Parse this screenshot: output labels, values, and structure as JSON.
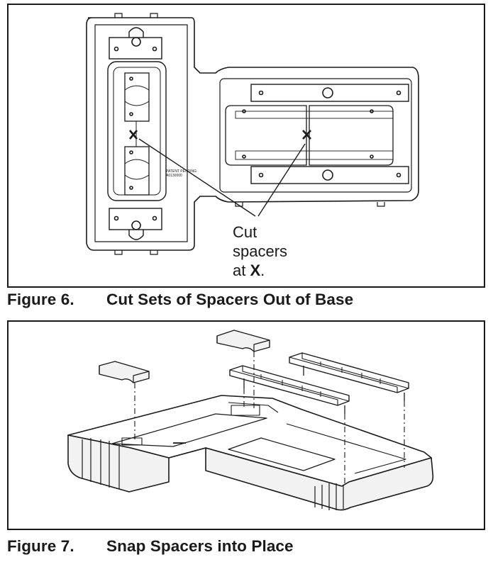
{
  "figure6": {
    "number": "Figure 6.",
    "caption": "Cut Sets of Spacers Out of Base",
    "callout": {
      "line1": "Cut",
      "line2": "spacers",
      "line3_prefix": "at ",
      "line3_mark": "X",
      "line3_suffix": "."
    },
    "stamp": {
      "line1": "PATENT PENDING",
      "line2": "A0130000"
    }
  },
  "figure7": {
    "number": "Figure 7.",
    "caption": "Snap Spacers into Place"
  },
  "colors": {
    "line": "#1a1a1a",
    "background": "#ffffff",
    "fill_light": "#f2f2f2"
  }
}
